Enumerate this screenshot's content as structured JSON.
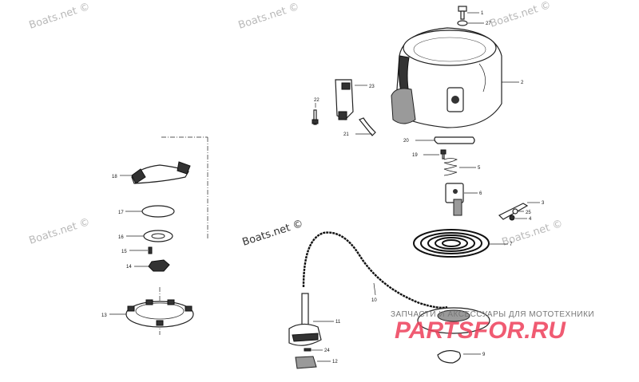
{
  "watermark": {
    "text": "Boats.net ©"
  },
  "banner": {
    "tagline": "ЗАПЧАСТИ И АКСЕССУАРЫ ДЛЯ МОТОТЕХНИКИ",
    "logo": "PARTSFOR.RU",
    "color": "#ee3f5a"
  },
  "callouts": [
    "1",
    "27",
    "2",
    "23",
    "22",
    "21",
    "20",
    "19",
    "5",
    "6",
    "3",
    "25",
    "4",
    "7",
    "9",
    "10",
    "11",
    "24",
    "12",
    "18",
    "17",
    "16",
    "15",
    "14",
    "13"
  ]
}
